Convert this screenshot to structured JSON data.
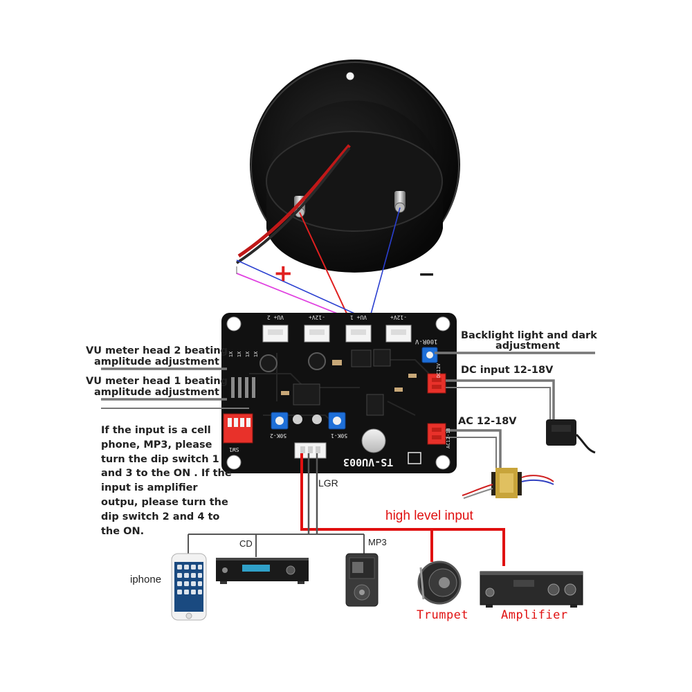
{
  "meter": {
    "plus_symbol": "+",
    "minus_symbol": "−"
  },
  "board": {
    "model": "TS-VU003",
    "header_labels": [
      "VU+ 2",
      "-12V+",
      "VU+ 1",
      "-12V+"
    ],
    "pot_labels": [
      "100R-V",
      "50K-2",
      "50K-1"
    ],
    "dip_label": "SW1",
    "dip_switch_marks": [
      "1X",
      "1X",
      "1X",
      "1X"
    ],
    "power_labels": [
      "DC12V",
      "AC12-18"
    ]
  },
  "callouts": {
    "vu2_line1": "VU meter head 2 beating",
    "vu2_line2": "amplitude adjustment",
    "vu1_line1": "VU meter head 1 beating",
    "vu1_line2": "amplitude adjustment",
    "backlight_line1": "Backlight light and dark",
    "backlight_line2": "adjustment",
    "dc_input": "DC input 12-18V",
    "ac_input": "AC 12-18V",
    "dip_instructions": "If the input is a cell phone, MP3, please turn the dip switch 1 and 3 to the ON . If the input is amplifier outpu, please turn the dip switch 2 and 4 to the ON."
  },
  "sources": {
    "lgr": "LGR",
    "cd": "CD",
    "mp3": "MP3",
    "iphone": "iphone",
    "high_level_input": "high level input",
    "trumpet": "Trumpet",
    "amplifier": "Amplifier"
  },
  "colors": {
    "red_wire": "#e02020",
    "blue_wire": "#2a3fd0",
    "magenta_wire": "#e040e0",
    "connector_red": "#e8312a",
    "pot_blue": "#1e6fd8",
    "board_black": "#111111",
    "label_red": "#e01010"
  }
}
